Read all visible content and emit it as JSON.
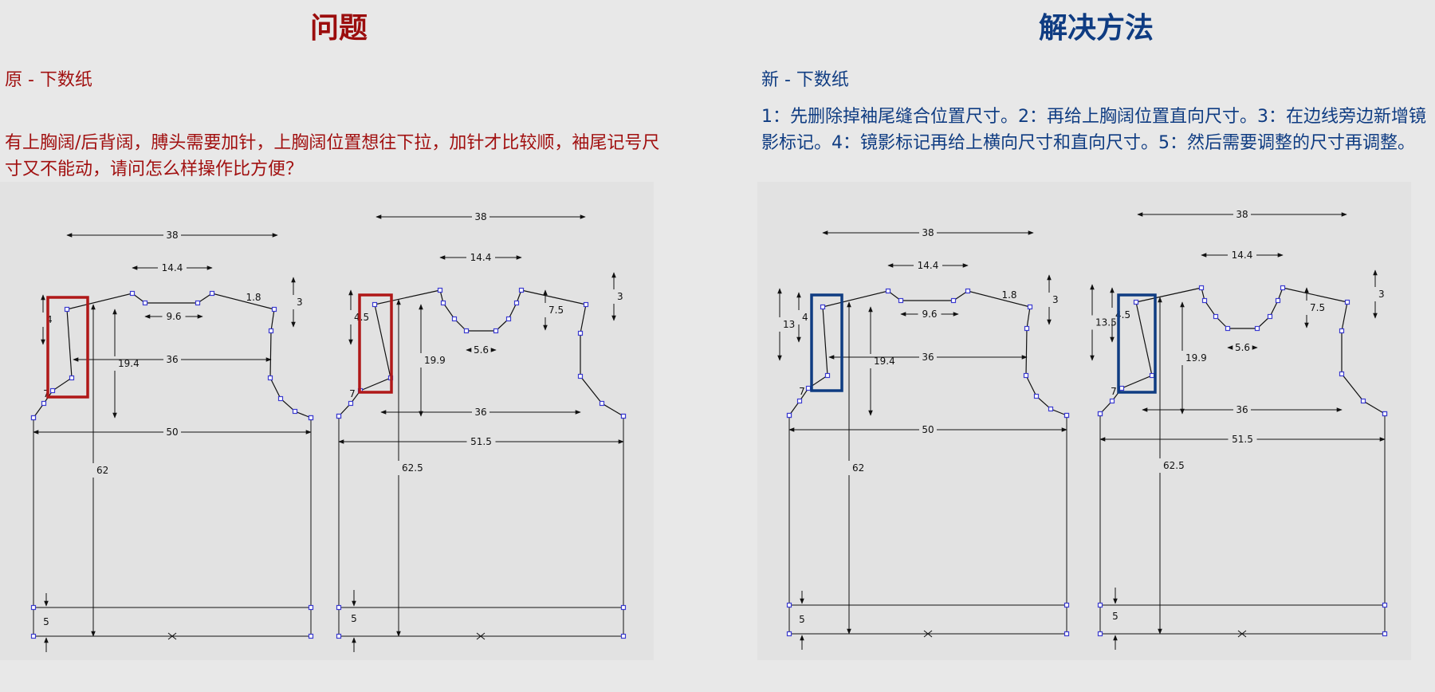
{
  "problem": {
    "title": "问题",
    "subtitle": "原 - 下数纸",
    "description": "有上胸阔/后背阔，膊头需要加针，上胸阔位置想往下拉，加针才比较顺，袖尾记号尺寸又不能动，请问怎么样操作比方便？"
  },
  "solution": {
    "title": "解决方法",
    "subtitle": "新 - 下数纸",
    "description": "1：先删除掉袖尾缝合位置尺寸。2：再给上胸阔位置直向尺寸。3：在边线旁边新增镜影标记。4：镜影标记再给上横向尺寸和直向尺寸。5：然后需要调整的尺寸再调整。"
  },
  "colors": {
    "problem_accent": "#b01818",
    "solution_accent": "#0f3c82",
    "point": "#3b3bd0"
  },
  "panels": {
    "original": {
      "front": {
        "width_top": "38",
        "neck_top": "14.4",
        "neck_inner": "9.6",
        "shoulder_drop": "1.8",
        "right_drop": "3",
        "armhole_top": "4",
        "armhole_depth": "19.4",
        "chest": "36",
        "bottom_arm": "7",
        "hem_width": "50",
        "length": "62",
        "rib": "5"
      },
      "back": {
        "width_top": "38",
        "neck_top": "14.4",
        "neck_depth": "7.5",
        "neck_inner": "5.6",
        "right_drop": "3",
        "armhole_top": "4.5",
        "armhole_depth": "19.9",
        "chest": "36",
        "bottom_arm": "7",
        "hem_width": "51.5",
        "length": "62.5",
        "rib": "5"
      }
    },
    "new": {
      "front": {
        "width_top": "38",
        "neck_top": "14.4",
        "neck_inner": "9.6",
        "shoulder_drop": "1.8",
        "right_drop": "3",
        "upper": "13",
        "armhole_top": "4",
        "armhole_depth": "19.4",
        "chest": "36",
        "bottom_arm": "7",
        "hem_width": "50",
        "length": "62",
        "rib": "5"
      },
      "back": {
        "width_top": "38",
        "neck_top": "14.4",
        "neck_depth": "7.5",
        "neck_inner": "5.6",
        "right_drop": "3",
        "upper": "13.5",
        "armhole_top": "4.5",
        "armhole_depth": "19.9",
        "chest": "36",
        "bottom_arm": "7",
        "hem_width": "51.5",
        "length": "62.5",
        "rib": "5"
      }
    }
  }
}
